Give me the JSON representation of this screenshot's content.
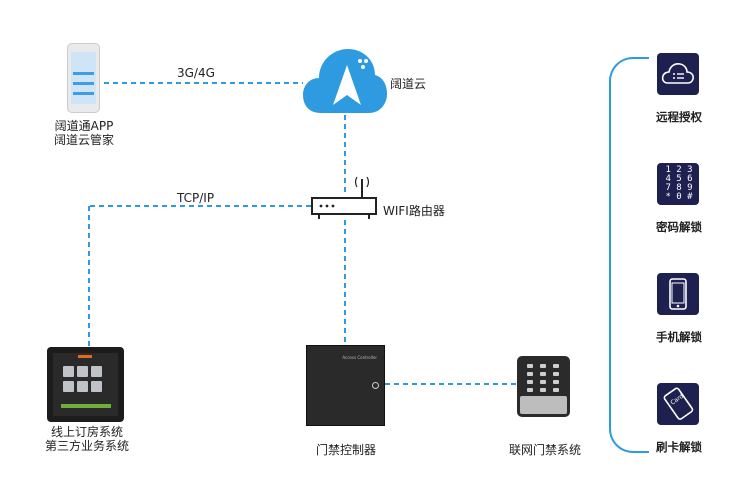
{
  "nodes": {
    "app": {
      "line1": "阔道通APP",
      "line2": "阔道云管家"
    },
    "cloud": {
      "label": "阔道云"
    },
    "router": {
      "label": "WIFI路由器"
    },
    "tablet": {
      "line1": "线上订房系统",
      "line2": "第三方业务系统"
    },
    "controller": {
      "label": "门禁控制器",
      "caption": "Access Controller"
    },
    "keypad": {
      "label": "联网门禁系统"
    }
  },
  "links": {
    "app_cloud": "3G/4G",
    "tcpip": "TCP/IP"
  },
  "features": [
    {
      "label": "远程授权",
      "icon": "cloud-list-icon"
    },
    {
      "label": "密码解锁",
      "icon": "keypad-digits-icon",
      "digits": [
        "1 2 3",
        "4 5 6",
        "7 8 9",
        "* 0 #"
      ]
    },
    {
      "label": "手机解锁",
      "icon": "smartphone-icon"
    },
    {
      "label": "刷卡解锁",
      "icon": "card-icon",
      "card_text": "Card"
    }
  ],
  "colors": {
    "line": "#2e9be0",
    "cloud": "#2e9be0",
    "feature_bg": "#1e2150"
  }
}
